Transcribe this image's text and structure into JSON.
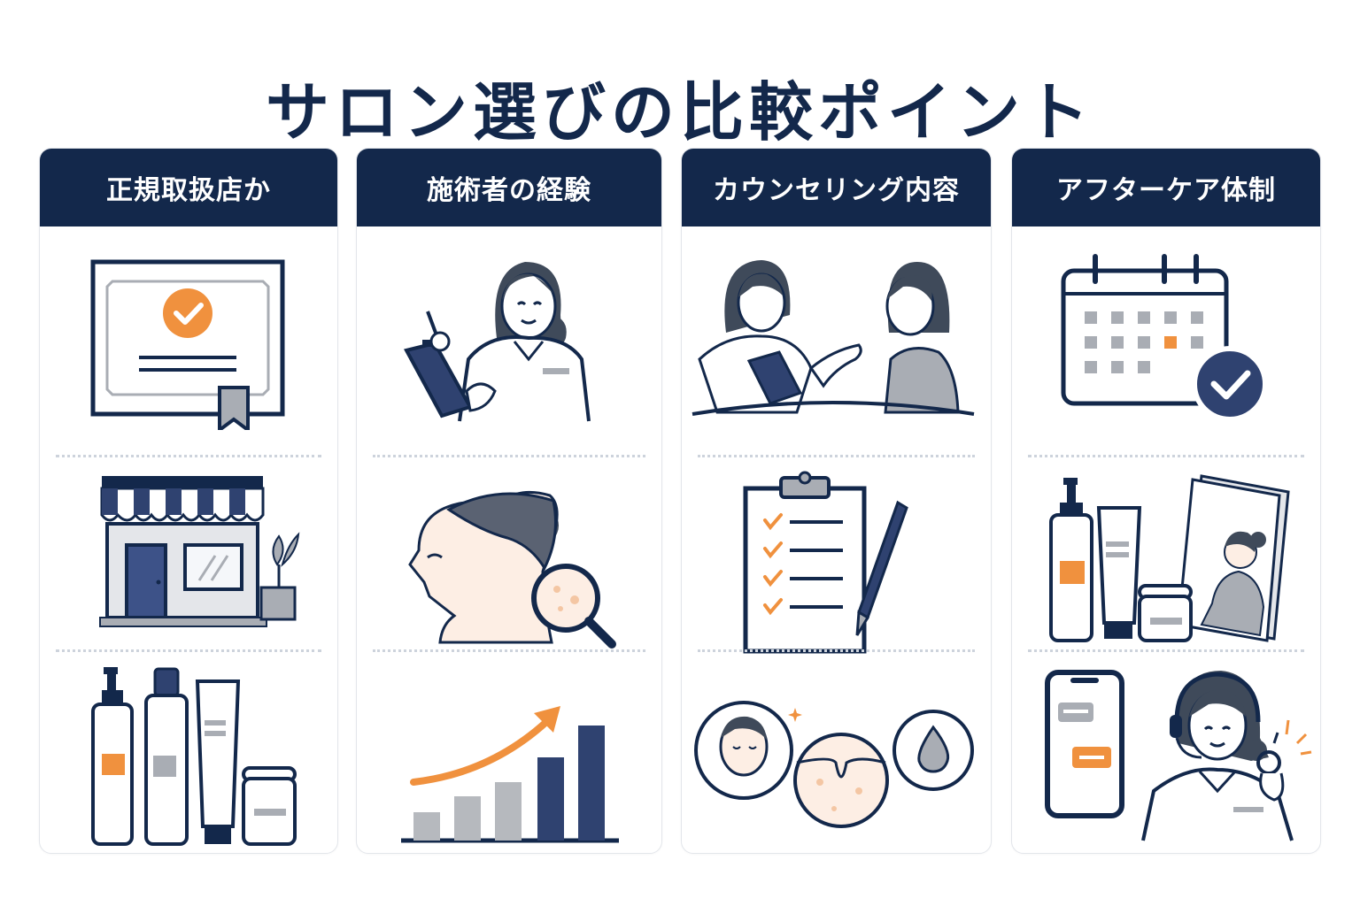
{
  "title": "サロン選びの比較ポイント",
  "colors": {
    "navy": "#13284b",
    "orange": "#f0913e",
    "gray": "#a9adb4",
    "skin": "#fdeee4"
  },
  "columns": [
    {
      "heading": "正規取扱店か",
      "icons": [
        "certificate-icon",
        "storefront-icon",
        "skincare-products-icon"
      ]
    },
    {
      "heading": "施術者の経験",
      "icons": [
        "practitioner-clipboard-icon",
        "skin-analysis-icon",
        "growth-chart-icon"
      ]
    },
    {
      "heading": "カウンセリング内容",
      "icons": [
        "consultation-icon",
        "checklist-icon",
        "skin-concern-icon"
      ]
    },
    {
      "heading": "アフターケア体制",
      "icons": [
        "calendar-check-icon",
        "homecare-products-icon",
        "support-icon"
      ]
    }
  ]
}
